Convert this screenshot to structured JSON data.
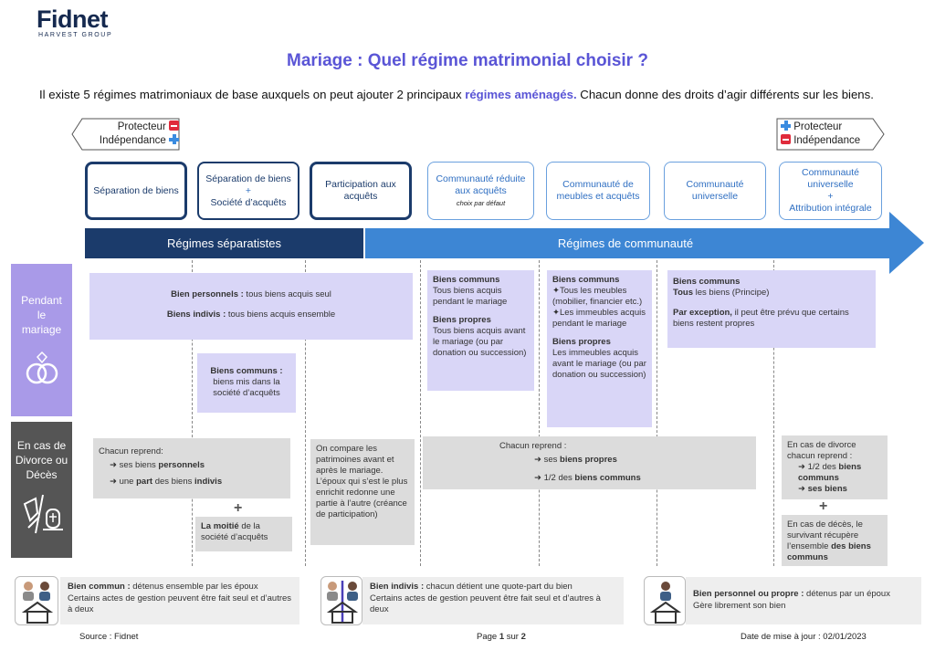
{
  "logo": {
    "name": "Fidnet",
    "group": "HARVEST GROUP"
  },
  "title": "Mariage : Quel régime matrimonial choisir ?",
  "intro": {
    "part1": "Il existe 5 régimes matrimoniaux de base auxquels on peut ajouter 2 principaux ",
    "highlight": "régimes aménagés.",
    "part2": " Chacun donne des droits d’agir différents sur les biens."
  },
  "scale_left": {
    "line1": "Protecteur",
    "line2": "Indépendance"
  },
  "scale_right": {
    "line1": "Protecteur",
    "line2": "Indépendance"
  },
  "regimes": {
    "r1": "Séparation de biens",
    "r2a": "Séparation de biens",
    "r2plus": "+",
    "r2b": "Société d’acquêts",
    "r3": "Participation aux acquêts",
    "r4": "Communauté réduite aux acquêts",
    "r4note": "choix par défaut",
    "r5": "Communauté de meubles et acquêts",
    "r6": "Communauté universelle",
    "r7a": "Communauté universelle",
    "r7plus": "+",
    "r7b": "Attribution intégrale"
  },
  "bands": {
    "separatist": "Régimes séparatistes",
    "community": "Régimes de communauté"
  },
  "rows": {
    "during": {
      "l1": "Pendant",
      "l2": "le",
      "l3": "mariage"
    },
    "divorce": {
      "l1": "En cas de",
      "l2": "Divorce ou",
      "l3": "Décès"
    }
  },
  "during": {
    "sep_perso_b": "Bien personnels :",
    "sep_perso": " tous biens acquis seul",
    "sep_indiv_b": "Biens indivis :",
    "sep_indiv": " tous biens acquis ensemble",
    "soc_b": "Biens communs :",
    "soc": "biens mis dans la société d’acquêts",
    "cra_communs_b": "Biens communs",
    "cra_communs": "Tous biens acquis pendant le mariage",
    "cra_propres_b": "Biens propres",
    "cra_propres": "Tous biens acquis avant le mariage (ou par donation ou succession)",
    "cma_communs_b": "Biens communs",
    "cma_c1": "Tous les meubles (mobilier,  financier etc.)",
    "cma_c2": "Les immeubles acquis pendant le mariage",
    "cma_propres_b": "Biens propres",
    "cma_propres": "Les immeubles acquis avant le mariage (ou par donation ou succession)",
    "cu_communs_b": "Biens communs",
    "cu_tous_b": "Tous",
    "cu_tous": " les biens (Principe)",
    "cu_exc_b": "Par exception,",
    "cu_exc": " il peut être prévu que certains biens restent propres"
  },
  "divorce": {
    "sep_title": "Chacun reprend:",
    "sep_i1a": "ses biens ",
    "sep_i1b": "personnels",
    "sep_i2a": "une ",
    "sep_i2b": "part",
    "sep_i2c": " des biens ",
    "sep_i2d": "indivis",
    "plus": "+",
    "soc_b": "La moitié",
    "soc": " de la société d’acquêts",
    "part": "On compare les patrimoines avant et après le mariage. L’époux qui s’est le plus enrichit redonne une partie à l’autre (créance de participation)",
    "com_title": "Chacun reprend :",
    "com_i1a": "ses ",
    "com_i1b": "biens propres",
    "com_i2a": "1/2 des ",
    "com_i2b": "biens communs",
    "ai_title": "En cas de divorce chacun reprend :",
    "ai_i1a": "1/2 des ",
    "ai_i1b": "biens communs",
    "ai_i2": "ses biens",
    "ai_deces1": "En cas de décès, le survivant récupère l’ensemble ",
    "ai_deces2": "des biens communs"
  },
  "legend": {
    "commun_b": "Bien commun :",
    "commun_1": " détenus ensemble par les époux",
    "commun_2": "Certains actes de gestion peuvent être fait seul et d’autres à deux",
    "indivis_b": "Bien indivis :",
    "indivis_1": " chacun détient une quote-part du bien",
    "indivis_2": "Certains actes de gestion peuvent être fait seul et d’autres à deux",
    "perso_b": "Bien personnel ou propre :",
    "perso_1": " détenus par un époux",
    "perso_2": "Gère librement son bien"
  },
  "footer": {
    "source": "Source : Fidnet",
    "page_a": "Page ",
    "page_n": "1",
    "page_b": " sur ",
    "page_t": "2",
    "date": "Date de mise à jour : 02/01/2023"
  },
  "colors": {
    "navy": "#1b3b6b",
    "accent": "#5a55d6",
    "blue": "#3d86d4",
    "purple_bg": "#d9d6f7",
    "gray_bg": "#dcdcdc",
    "side_purple": "#a99ae8",
    "side_gray": "#555555"
  }
}
